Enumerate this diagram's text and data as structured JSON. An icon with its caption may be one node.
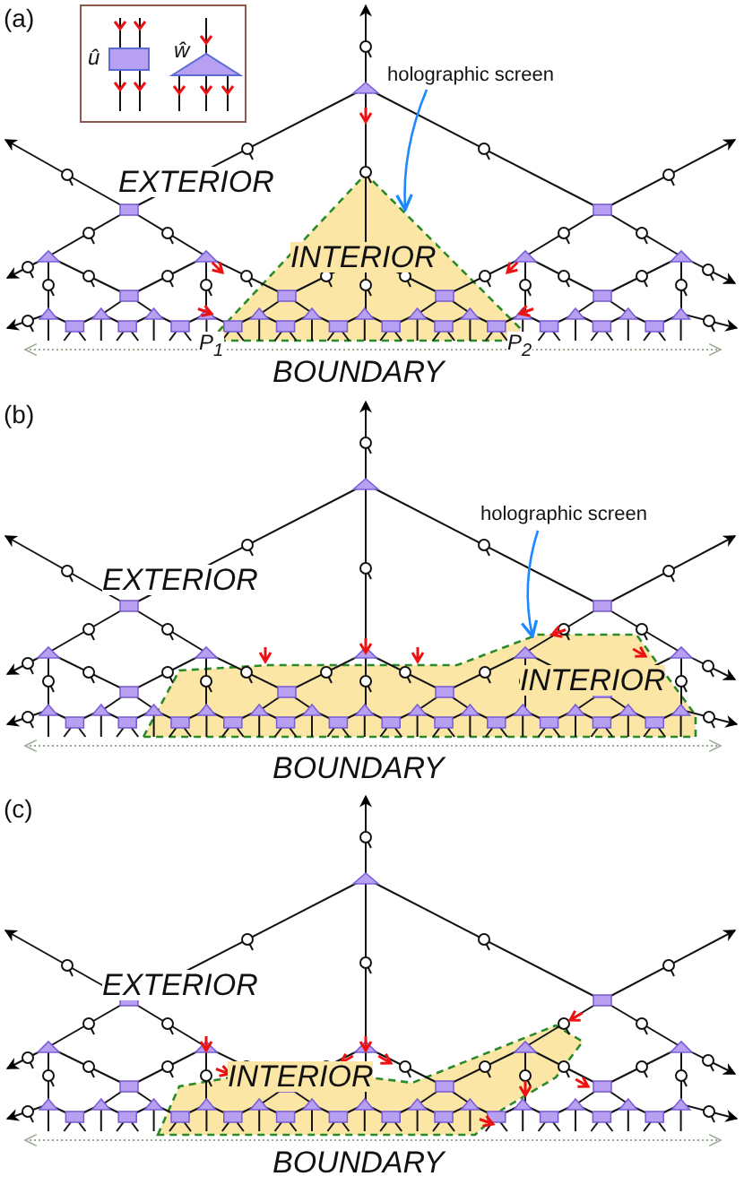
{
  "diagram": {
    "nodes": [
      {
        "text": [
          "holographic screen"
        ]
      },
      {
        "text": [
          "INTERIOR"
        ]
      },
      {
        "text": [
          "holographic screen"
        ]
      },
      {
        "text": [
          "INTERIOR"
        ]
      },
      {
        "text": [
          "INTERIOR"
        ]
      }
    ],
    "edges": [
      {
        "from": 0,
        "to": 1,
        "arrow": "to"
      },
      {
        "from": 2,
        "to": 3,
        "arrow": "to"
      }
    ],
    "labels": [
      "(a)",
      "û",
      "ŵ",
      "EXTERIOR",
      "P$_{1}$",
      "BOUNDARY",
      "P$_{2}$",
      "(b)",
      "EXTERIOR",
      "BOUNDARY",
      "(c)",
      "EXTERIOR",
      "BOUNDARY"
    ]
  }
}
